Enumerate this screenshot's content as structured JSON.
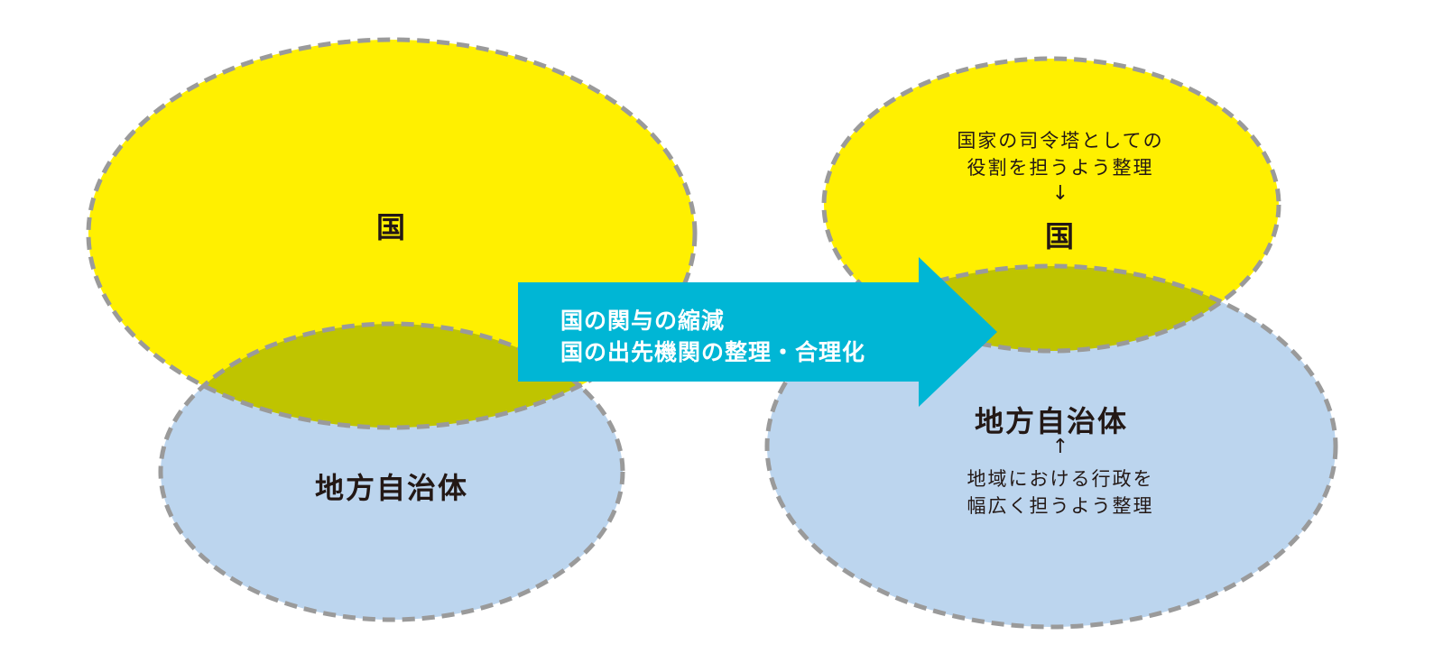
{
  "colors": {
    "national": "#fff000",
    "local": "#bcd5ee",
    "overlap": "#bfc400",
    "border": "#9a9a9a",
    "arrow": "#00b6d5",
    "text": "#231815"
  },
  "before": {
    "national_label": "国",
    "local_label": "地方自治体"
  },
  "arrow": {
    "line1": "国の関与の縮減",
    "line2": "国の出先機関の整理・合理化"
  },
  "after": {
    "national_note_line1": "国家の司令塔としての",
    "national_note_line2": "役割を担うよう整理",
    "national_note_arrow": "↓",
    "national_label": "国",
    "local_label": "地方自治体",
    "local_note_arrow": "↑",
    "local_note_line1": "地域における行政を",
    "local_note_line2": "幅広く担うよう整理"
  }
}
